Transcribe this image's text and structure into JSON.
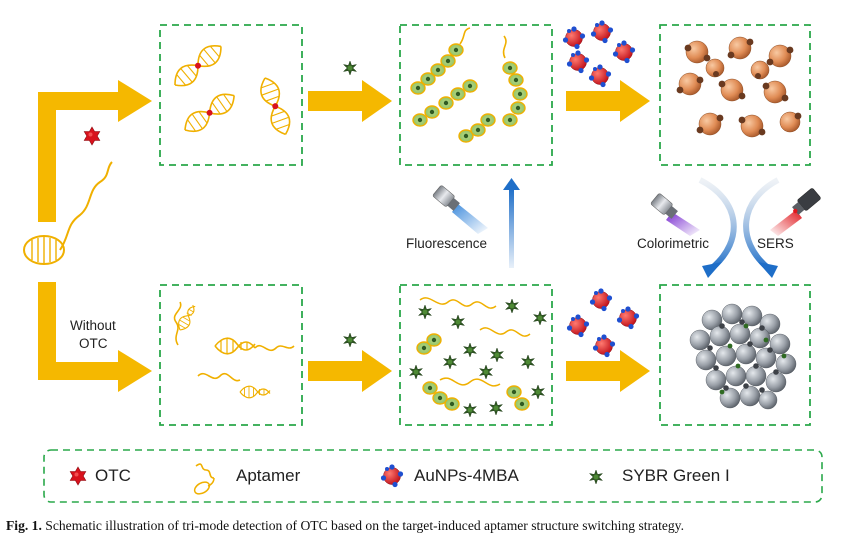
{
  "labels": {
    "fluorescence": "Fluorescence",
    "colorimetric": "Colorimetric",
    "sers": "SERS",
    "without_otc_line1": "Without",
    "without_otc_line2": "OTC"
  },
  "legend": {
    "otc": "OTC",
    "aptamer": "Aptamer",
    "aunps": "AuNPs-4MBA",
    "sybr": "SYBR Green I"
  },
  "caption": {
    "label": "Fig. 1.",
    "text": "Schematic illustration of tri-mode detection of OTC based on the target-induced aptamer structure switching strategy."
  },
  "colors": {
    "arrow": "#f5b800",
    "aptamer": "#f0b000",
    "dashed_box": "#2aa84a",
    "otc": "#d8121c",
    "aunp": "#d81e24",
    "mba": "#1f4fd0",
    "sybr": "#3c7a2a",
    "agg_orange": "#e09060",
    "agg_gray": "#8a9098",
    "blue_arrow": "#1e6ec8"
  },
  "icons": [
    "otc-icon",
    "aptamer-icon",
    "aunp-icon",
    "sybr-green-icon",
    "lamp-icon",
    "laser-icon"
  ]
}
